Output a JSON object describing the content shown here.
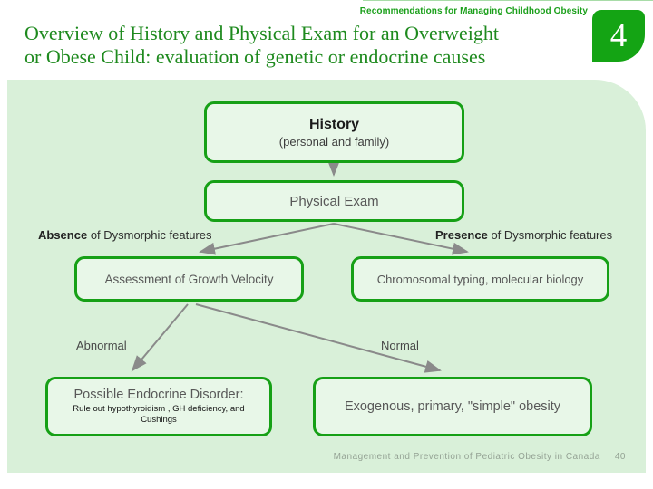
{
  "slide": {
    "eyebrow": "Recommendations for Managing Childhood Obesity",
    "title_line1": "Overview of History and Physical Exam for an Overweight",
    "title_line2": "or Obese Child: evaluation of genetic or endocrine causes",
    "slide_number": "4"
  },
  "flowchart": {
    "history": {
      "title": "History",
      "subtitle": "(personal and family)"
    },
    "physical_exam": "Physical Exam",
    "absence": {
      "bold": "Absence",
      "rest": " of Dysmorphic features"
    },
    "presence": {
      "bold": "Presence",
      "rest": " of Dysmorphic features"
    },
    "growth_velocity": "Assessment of Growth Velocity",
    "chromosomal": "Chromosomal typing, molecular biology",
    "abnormal": "Abnormal",
    "normal": "Normal",
    "endocrine": {
      "title": "Possible Endocrine Disorder:",
      "detail_line1": "Rule out hypothyroidism , GH deficiency, and",
      "detail_line2": "Cushings"
    },
    "exogenous": "Exogenous, primary, \"simple\" obesity"
  },
  "footer": {
    "text": "Management and Prevention of Pediatric Obesity in Canada",
    "page": "40"
  },
  "colors": {
    "accent_green": "#16a016",
    "title_green": "#1e8a1e",
    "badge_green": "#14a414",
    "panel_bg": "#d9f0d9",
    "box_bg": "#e8f7e8",
    "arrow_gray": "#8a8a8a",
    "footer_gray": "#94a294"
  }
}
